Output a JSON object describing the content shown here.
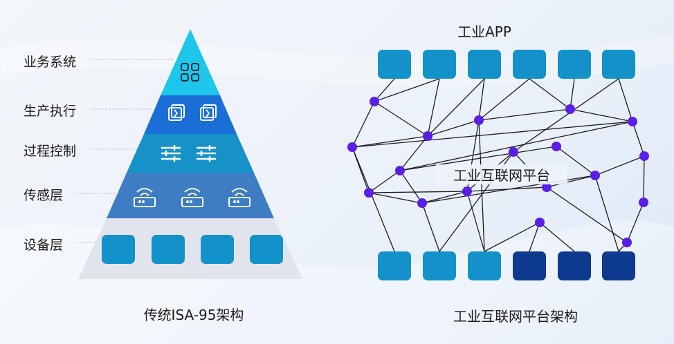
{
  "left": {
    "caption": "传统ISA-95架构",
    "layers": [
      {
        "label": "业务系统",
        "color": "#1ec6ec",
        "icon": "grid-icon"
      },
      {
        "label": "生产执行",
        "color": "#1a6fd6",
        "icon": "window-icon"
      },
      {
        "label": "过程控制",
        "color": "#1692c8",
        "icon": "sliders-icon"
      },
      {
        "label": "传感层",
        "color": "#3e7dc4",
        "icon": "wifi-router-icon"
      },
      {
        "label": "设备层",
        "color": "#e1e4ea",
        "icon": "device-block"
      }
    ]
  },
  "right": {
    "top_label": "工业APP",
    "center_label": "工业互联网平台",
    "caption": "工业互联网平台架构",
    "colors": {
      "app_block": "#1391c9",
      "device_light": "#1391c9",
      "device_dark": "#0d3a8f",
      "node": "#5a1ee6",
      "line": "#1a1a1a"
    }
  }
}
